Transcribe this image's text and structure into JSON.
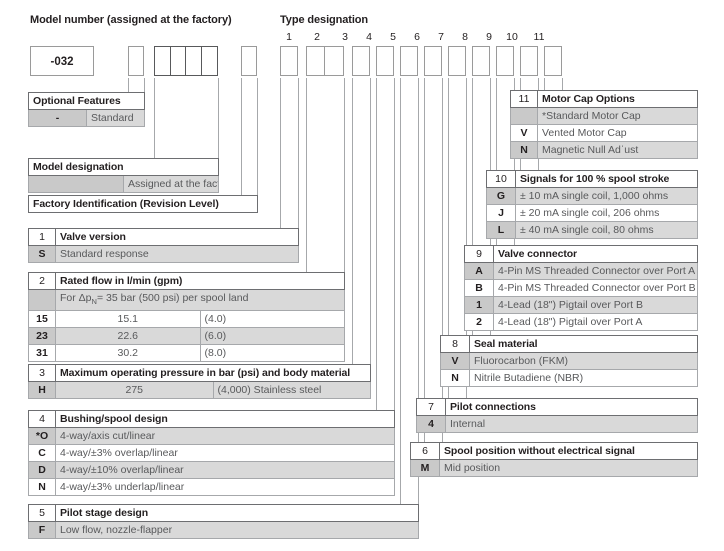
{
  "headers": {
    "model_number": "Model number (assigned at the factory)",
    "type_designation": "Type designation"
  },
  "type_columns": [
    "1",
    "2",
    "3",
    "4",
    "5",
    "6",
    "7",
    "8",
    "9",
    "10",
    "11"
  ],
  "model_code": "-032",
  "tables": {
    "optional_features": {
      "title": "Optional Features",
      "rows": [
        {
          "key": "-",
          "value": "Standard"
        }
      ]
    },
    "model_designation": {
      "title": "Model designation",
      "rows": [
        {
          "key": "",
          "value": "Assigned at the factory"
        }
      ]
    },
    "factory_identification": {
      "title": "Factory Identification (Revision Level)"
    },
    "t1": {
      "num": "1",
      "title": "Valve version",
      "rows": [
        {
          "key": "S",
          "value": "Standard response"
        }
      ]
    },
    "t2": {
      "num": "2",
      "title": "Rated flow in l/min (gpm)",
      "note_key": "",
      "note_pre": "For Δp",
      "note_sub": "N",
      "note_post": "= 35 bar (500 psi) per spool land",
      "rows": [
        {
          "key": "15",
          "a": "15.1",
          "b": "(4.0)"
        },
        {
          "key": "23",
          "a": "22.6",
          "b": "(6.0)"
        },
        {
          "key": "31",
          "a": "30.2",
          "b": "(8.0)"
        }
      ]
    },
    "t3": {
      "num": "3",
      "title": "Maximum operating pressure in bar (psi) and body material",
      "rows": [
        {
          "key": "H",
          "a": "275",
          "b": "(4,000) Stainless steel"
        }
      ]
    },
    "t4": {
      "num": "4",
      "title": "Bushing/spool design",
      "rows": [
        {
          "key": "*O",
          "value": "4-way/axis cut/linear"
        },
        {
          "key": "C",
          "value": "4-way/±3% overlap/linear"
        },
        {
          "key": "D",
          "value": "4-way/±10% overlap/linear"
        },
        {
          "key": "N",
          "value": "4-way/±3% underlap/linear"
        }
      ]
    },
    "t5": {
      "num": "5",
      "title": "Pilot stage design",
      "rows": [
        {
          "key": "F",
          "value": "Low flow, nozzle-flapper"
        }
      ]
    },
    "t6": {
      "num": "6",
      "title": "Spool position without electrical signal",
      "rows": [
        {
          "key": "M",
          "value": "Mid position"
        }
      ]
    },
    "t7": {
      "num": "7",
      "title": "Pilot connections",
      "rows": [
        {
          "key": "4",
          "value": "Internal"
        }
      ]
    },
    "t8": {
      "num": "8",
      "title": "Seal material",
      "rows": [
        {
          "key": "V",
          "value": "Fluorocarbon (FKM)"
        },
        {
          "key": "N",
          "value": "Nitrile Butadiene (NBR)"
        }
      ]
    },
    "t9": {
      "num": "9",
      "title": "Valve connector",
      "rows": [
        {
          "key": "A",
          "value": "4-Pin MS Threaded Connector over Port A"
        },
        {
          "key": "B",
          "value": "4-Pin MS Threaded Connector over Port B"
        },
        {
          "key": "1",
          "value": "4-Lead (18\") Pigtail over Port B"
        },
        {
          "key": "2",
          "value": "4-Lead (18\") Pigtail over Port A"
        }
      ]
    },
    "t10": {
      "num": "10",
      "title": "Signals for 100 % spool stroke",
      "rows": [
        {
          "key": "G",
          "value": "± 10 mA single coil, 1,000 ohms"
        },
        {
          "key": "J",
          "value": "± 20 mA single coil, 206 ohms"
        },
        {
          "key": "L",
          "value": "± 40 mA single coil, 80 ohms"
        }
      ]
    },
    "t11": {
      "num": "11",
      "title": "Motor Cap Options",
      "rows": [
        {
          "key": "",
          "value": "*Standard Motor Cap"
        },
        {
          "key": "V",
          "value": "Vented Motor Cap"
        },
        {
          "key": "N",
          "value": "Magnetic Null Adˈust"
        }
      ]
    }
  },
  "colors": {
    "line": "#a6a8ab",
    "line_dark": "#6d6e71",
    "row_alt": "#d9d9d9",
    "key_fill": "#d0d0d0",
    "text": "#231f20",
    "text_muted": "#58595b"
  }
}
